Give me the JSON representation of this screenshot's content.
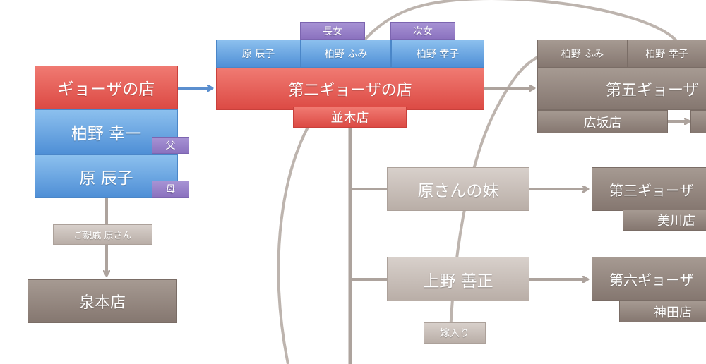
{
  "nodes": {
    "shop_gyoza": "ギョーザの店",
    "kashiwano_koichi": "柏野 幸一",
    "hara_tatsuko": "原 辰子",
    "tag_father": "父",
    "tag_mother": "母",
    "relative_hara": "ご親戚 原さん",
    "izumimoto": "泉本店",
    "top_hara": "原 辰子",
    "top_fumi": "柏野 ふみ",
    "top_sachiko": "柏野 幸子",
    "tag_eldest": "長女",
    "tag_second": "次女",
    "shop_second": "第二ギョーザの店",
    "namiki": "並木店",
    "hara_sister": "原さんの妹",
    "ueno": "上野 善正",
    "yomeiri": "嫁入り",
    "r_fumi": "柏野 ふみ",
    "r_sachiko": "柏野 幸子",
    "shop_fifth": "第五ギョーザ",
    "hirosaka": "広坂店",
    "shop_third": "第三ギョーザ",
    "mikawa": "美川店",
    "shop_sixth": "第六ギョーザ",
    "kanda": "神田店"
  },
  "colors": {
    "red": "#e0534c",
    "blue": "#5b9ae0",
    "brown": "#8a7d76",
    "tan": "#c6bcb6",
    "purple": "#9680c8",
    "link_gray": "#ada39d",
    "link_blue": "#5b8fcf"
  }
}
